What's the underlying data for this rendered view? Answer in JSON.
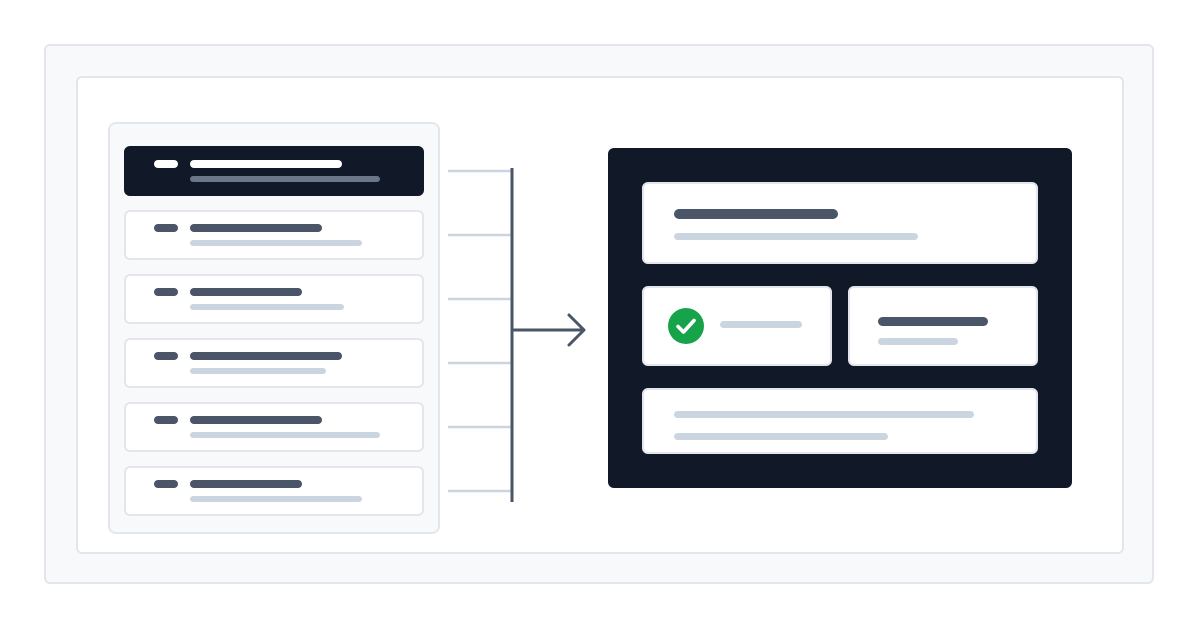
{
  "diagram": {
    "list_rows": [
      {
        "state": "selected"
      },
      {
        "state": "normal"
      },
      {
        "state": "normal"
      },
      {
        "state": "normal"
      },
      {
        "state": "normal"
      },
      {
        "state": "normal"
      }
    ],
    "arrow": {
      "direction": "right"
    },
    "result_panel": {
      "status_icon": "check-circle-icon",
      "status": "success"
    }
  },
  "colors": {
    "dark": "#111827",
    "slate": "#4a5568",
    "light_bar": "#cbd5e0",
    "border": "#e3e7ed",
    "background": "#f8f9fb",
    "success": "#16a34a"
  }
}
